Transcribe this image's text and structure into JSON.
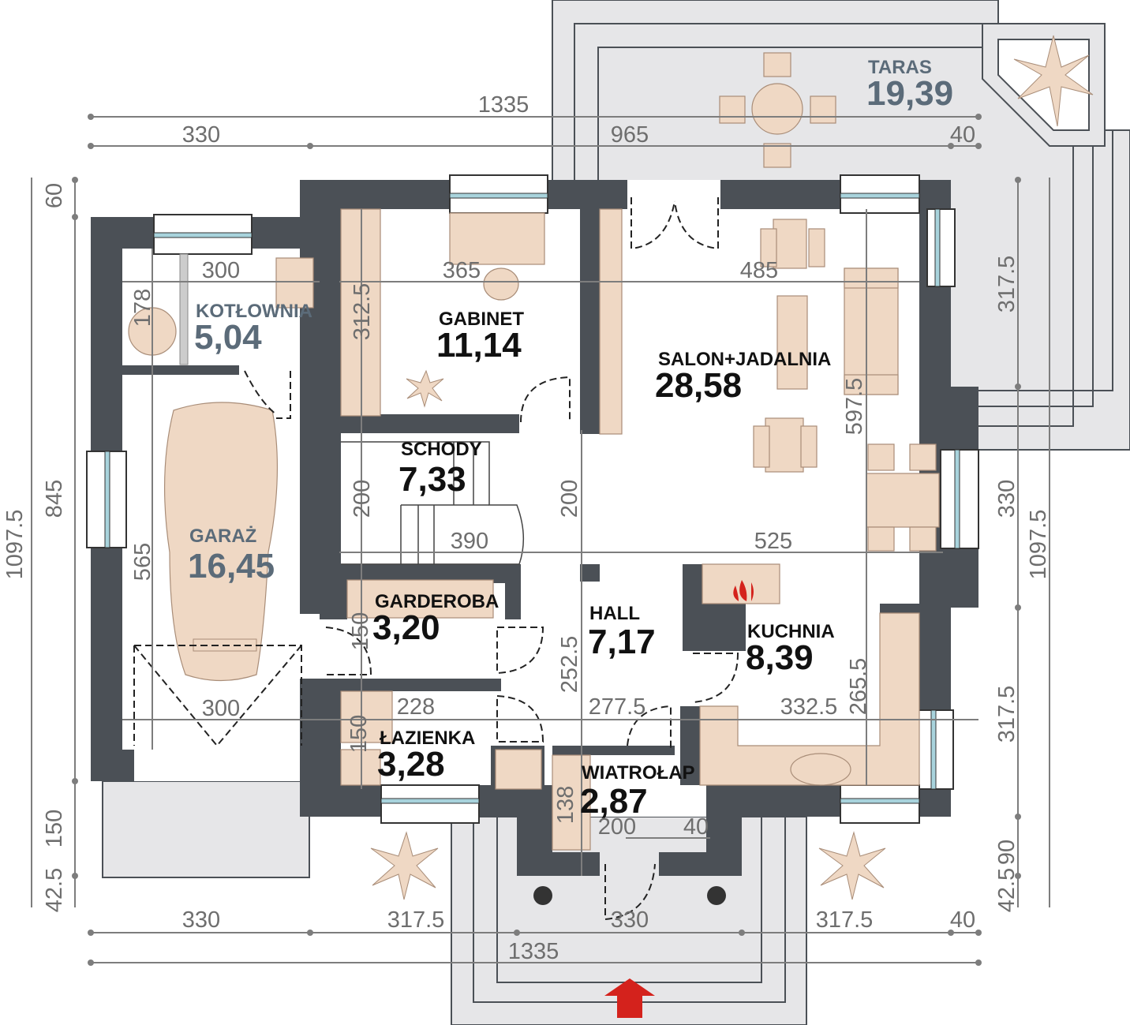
{
  "rooms": {
    "taras": {
      "name": "TARAS",
      "area": "19,39"
    },
    "kotlownia": {
      "name": "KOTŁOWNIA",
      "area": "5,04"
    },
    "garaz": {
      "name": "GARAŻ",
      "area": "16,45"
    },
    "gabinet": {
      "name": "GABINET",
      "area": "11,14"
    },
    "schody": {
      "name": "SCHODY",
      "area": "7,33"
    },
    "salon": {
      "name": "SALON+JADALNIA",
      "area": "28,58"
    },
    "garderoba": {
      "name": "GARDEROBA",
      "area": "3,20"
    },
    "hall": {
      "name": "HALL",
      "area": "7,17"
    },
    "kuchnia": {
      "name": "KUCHNIA",
      "area": "8,39"
    },
    "lazienka": {
      "name": "ŁAZIENKA",
      "area": "3,28"
    },
    "wiatrolap": {
      "name": "WIATROŁAP",
      "area": "2,87"
    }
  },
  "dims": {
    "top": [
      "1335",
      "330",
      "965",
      "40"
    ],
    "bottom": [
      "330",
      "317.5",
      "330",
      "317.5",
      "40",
      "1335"
    ],
    "left": [
      "1097.5",
      "60",
      "845",
      "150",
      "42.5"
    ],
    "right": [
      "317.5",
      "330",
      "317.5",
      "90",
      "42.5",
      "1097.5"
    ],
    "interior": [
      "300",
      "178",
      "565",
      "300",
      "365",
      "312.5",
      "485",
      "597.5",
      "200",
      "390",
      "200",
      "525",
      "150",
      "252.5",
      "228",
      "277.5",
      "332.5",
      "265.5",
      "150",
      "138",
      "200",
      "40"
    ]
  },
  "colors": {
    "wall": "#4b5056",
    "furniture": "#efd8c4",
    "entrance_arrow": "#d4221c",
    "label_blue": "#5b6b79"
  },
  "icons": [
    "entrance-arrow",
    "fireplace-flame",
    "plant",
    "car",
    "table",
    "sofa"
  ]
}
